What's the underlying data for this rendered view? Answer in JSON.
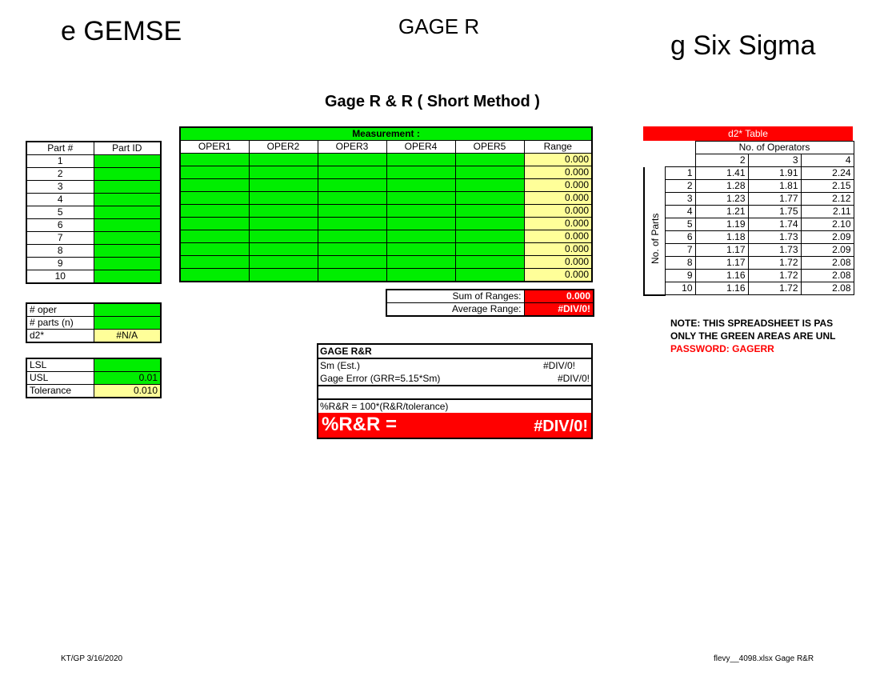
{
  "header": {
    "left": "e GEMSE",
    "center": "GAGE R",
    "right": "g Six Sigma",
    "title": "Gage R & R ( Short Method )"
  },
  "measurement_label": "Measurement :",
  "parts_table": {
    "col_part": "Part #",
    "col_part_id": "Part ID",
    "rows": [
      "1",
      "2",
      "3",
      "4",
      "5",
      "6",
      "7",
      "8",
      "9",
      "10"
    ]
  },
  "oper_table": {
    "columns": [
      "OPER1",
      "OPER2",
      "OPER3",
      "OPER4",
      "OPER5"
    ],
    "range_label": "Range",
    "ranges": [
      "0.000",
      "0.000",
      "0.000",
      "0.000",
      "0.000",
      "0.000",
      "0.000",
      "0.000",
      "0.000",
      "0.000"
    ],
    "sum_label": "Sum of Ranges:",
    "sum_value": "0.000",
    "avg_label": "Average Range:",
    "avg_value": "#DIV/0!"
  },
  "params": {
    "oper_label": "# oper",
    "parts_label": "# parts (n)",
    "d2_label": "d2*",
    "d2_value": "#N/A"
  },
  "limits": {
    "lsl_label": "LSL",
    "lsl_value": "",
    "usl_label": "USL",
    "usl_value": "0.01",
    "tol_label": "Tolerance",
    "tol_value": "0.010"
  },
  "gage_rr": {
    "title": "GAGE R&R",
    "sm_label": "Sm (Est.)",
    "sm_value": "#DIV/0!",
    "ge_label": "Gage Error (GRR=5.15*Sm)",
    "ge_value": "#DIV/0!",
    "formula_label": "%R&R = 100*(R&R/tolerance)",
    "big_label": "%R&R =",
    "big_value": "#DIV/0!"
  },
  "d2_table": {
    "title": "d2* Table",
    "operators_label": "No. of Operators",
    "parts_label": "No. of Parts",
    "op_headers": [
      "2",
      "3",
      "4"
    ],
    "rows": [
      {
        "n": "1",
        "v": [
          "1.41",
          "1.91",
          "2.24"
        ]
      },
      {
        "n": "2",
        "v": [
          "1.28",
          "1.81",
          "2.15"
        ]
      },
      {
        "n": "3",
        "v": [
          "1.23",
          "1.77",
          "2.12"
        ]
      },
      {
        "n": "4",
        "v": [
          "1.21",
          "1.75",
          "2.11"
        ]
      },
      {
        "n": "5",
        "v": [
          "1.19",
          "1.74",
          "2.10"
        ]
      },
      {
        "n": "6",
        "v": [
          "1.18",
          "1.73",
          "2.09"
        ]
      },
      {
        "n": "7",
        "v": [
          "1.17",
          "1.73",
          "2.09"
        ]
      },
      {
        "n": "8",
        "v": [
          "1.17",
          "1.72",
          "2.08"
        ]
      },
      {
        "n": "9",
        "v": [
          "1.16",
          "1.72",
          "2.08"
        ]
      },
      {
        "n": "10",
        "v": [
          "1.16",
          "1.72",
          "2.08"
        ]
      }
    ]
  },
  "notes": {
    "line1": "NOTE: THIS SPREADSHEET IS PAS",
    "line2": "ONLY THE GREEN AREAS ARE UNL",
    "line3": "PASSWORD: GAGERR"
  },
  "footer": {
    "left": "KT/GP 3/16/2020",
    "right": "flevy__4098.xlsx Gage R&R"
  }
}
